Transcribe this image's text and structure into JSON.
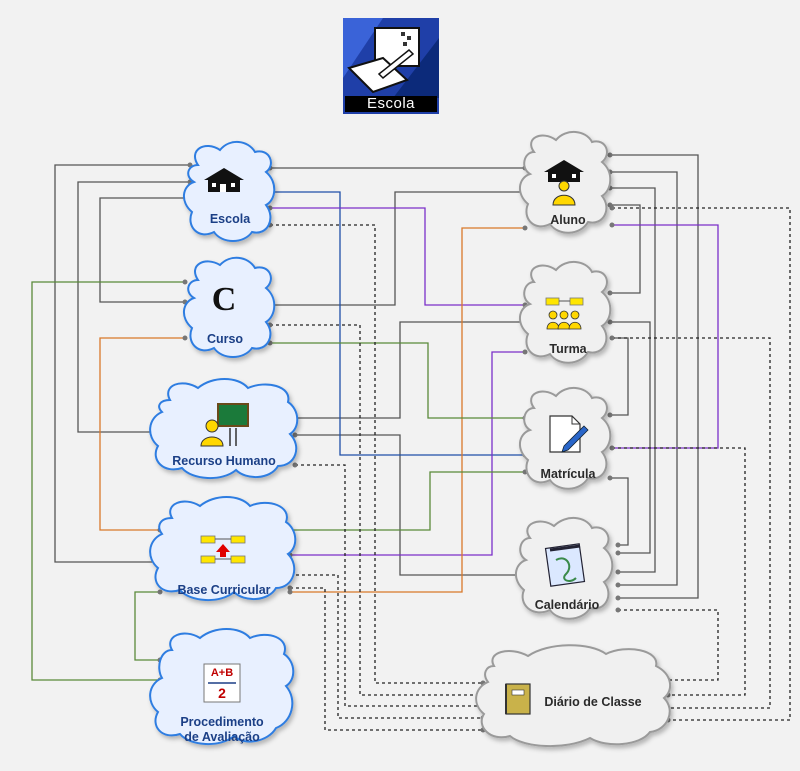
{
  "logo": {
    "caption": "Escola"
  },
  "modules": {
    "escola": "Escola",
    "curso": "Curso",
    "recurso_humano": "Recurso Humano",
    "base_curricular": "Base Curricular",
    "procedimento_l1": "Procedimento",
    "procedimento_l2": "de Avaliação",
    "aluno": "Aluno",
    "turma": "Turma",
    "matricula": "Matrícula",
    "calendario": "Calendário",
    "diario": "Diário de Classe"
  },
  "icons": {
    "curso_letter": "C",
    "avaliacao_top": "A+B",
    "avaliacao_bottom": "2"
  },
  "colors": {
    "background": "#f2f2f2",
    "cloud_active_fill": "#e8f0ff",
    "cloud_active_stroke": "#2f7de1",
    "cloud_inactive_fill": "#f0f0f0",
    "cloud_inactive_stroke": "#9a9a9a",
    "label_blue": "#1b3f86",
    "wire_gray": "#555555",
    "wire_blue": "#1f4fa8",
    "wire_purple": "#7b2fc9",
    "wire_orange": "#d9782a",
    "wire_green": "#5a8a3a",
    "wire_dashed": "#222222"
  }
}
